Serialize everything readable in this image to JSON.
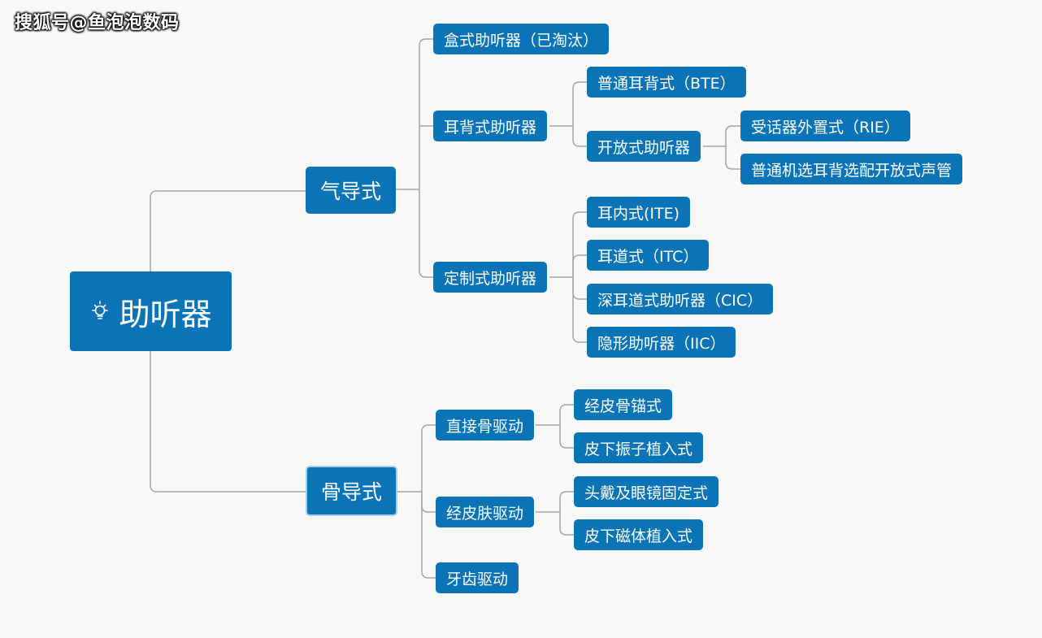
{
  "watermark": "搜狐号@鱼泡泡数码",
  "root": {
    "icon": "lightbulb-icon",
    "label": "助听器"
  },
  "air_conduction": {
    "label": "气导式",
    "children": {
      "box": {
        "label": "盒式助听器（已淘汰）"
      },
      "bte_group": {
        "label": "耳背式助听器",
        "children": {
          "bte": {
            "label": "普通耳背式（BTE）"
          },
          "open": {
            "label": "开放式助听器",
            "children": {
              "rie": {
                "label": "受话器外置式（RIE）"
              },
              "tube": {
                "label": "普通机选耳背选配开放式声管"
              }
            }
          }
        }
      },
      "custom": {
        "label": "定制式助听器",
        "children": {
          "ite": {
            "label": "耳内式(ITE)"
          },
          "itc": {
            "label": "耳道式（ITC）"
          },
          "cic": {
            "label": "深耳道式助听器（CIC）"
          },
          "iic": {
            "label": "隐形助听器（IIC）"
          }
        }
      }
    }
  },
  "bone_conduction": {
    "label": "骨导式",
    "children": {
      "direct": {
        "label": "直接骨驱动",
        "children": {
          "anchor": {
            "label": "经皮骨锚式"
          },
          "vibrator": {
            "label": "皮下振子植入式"
          }
        }
      },
      "transcutaneous": {
        "label": "经皮肤驱动",
        "children": {
          "headband": {
            "label": "头戴及眼镜固定式"
          },
          "magnet": {
            "label": "皮下磁体植入式"
          }
        }
      },
      "dental": {
        "label": "牙齿驱动"
      }
    }
  },
  "colors": {
    "node": "#0a74b6",
    "line": "#a6a6a6",
    "background": "#f8f8f8"
  }
}
